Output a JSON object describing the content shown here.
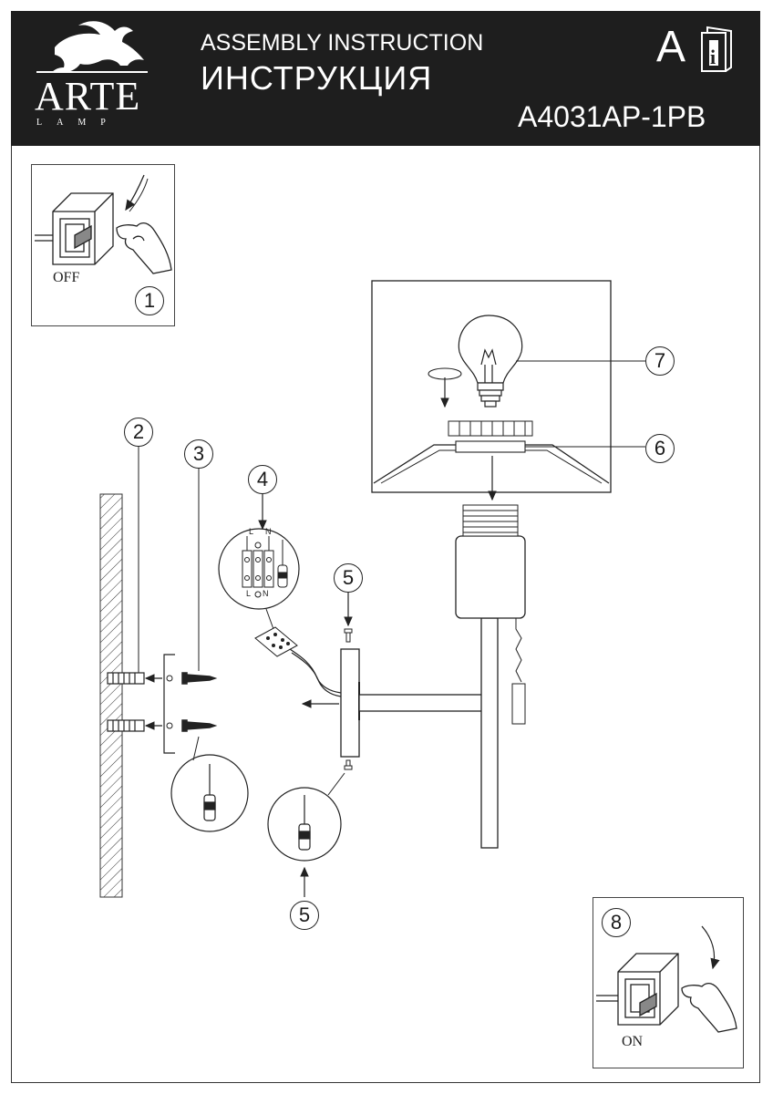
{
  "header": {
    "brand_name": "ARTE",
    "brand_sub": "LAMP",
    "title_en": "ASSEMBLY INSTRUCTION",
    "title_ru": "ИНСТРУКЦИЯ",
    "lang_letter": "A",
    "model": "A4031AP-1PB"
  },
  "steps": {
    "off_label": "OFF",
    "on_label": "ON",
    "n1": "1",
    "n2": "2",
    "n3": "3",
    "n4": "4",
    "n5_top": "5",
    "n5_bottom": "5",
    "n6": "6",
    "n7": "7",
    "n8": "8"
  },
  "terminal": {
    "l_top": "L",
    "n_top": "N",
    "l_bottom": "L",
    "n_bottom": "N"
  },
  "icons": [
    "griffin-logo-icon",
    "info-book-icon",
    "switch-icon",
    "hand-icon",
    "screwdriver-icon",
    "bulb-icon"
  ]
}
